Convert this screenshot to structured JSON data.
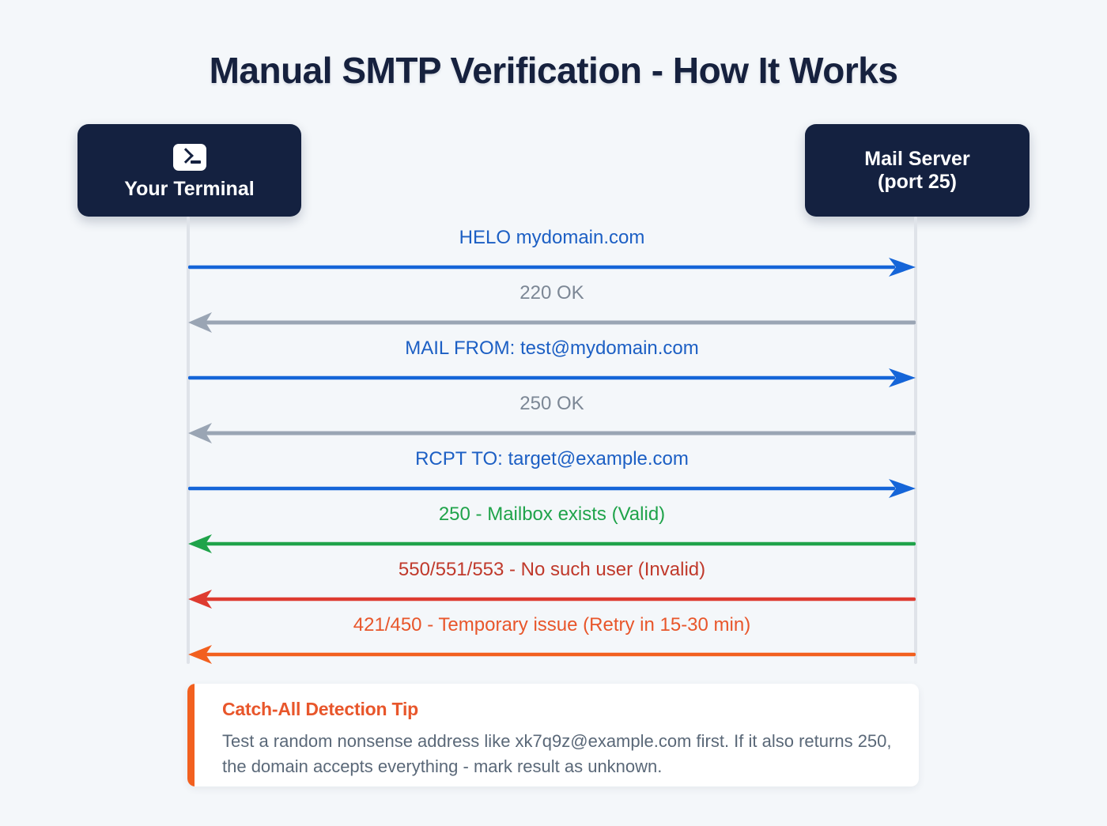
{
  "title": "Manual SMTP Verification - How It Works",
  "colors": {
    "background": "#f4f7fa",
    "navy": "#142140",
    "title_text": "#16213e",
    "blue": "#1565d8",
    "blue_text": "#1c5fc4",
    "gray": "#9aa5b4",
    "gray_text": "#7c8795",
    "green": "#1fa34a",
    "red": "#de3b30",
    "orange": "#f2601f",
    "lifeline": "#dfe3e9",
    "tip_title": "#e8562b",
    "tip_body": "#5a6878"
  },
  "actors": {
    "left": {
      "icon": "terminal-prompt-icon",
      "label": "Your Terminal"
    },
    "right": {
      "line1": "Mail Server",
      "line2": "(port 25)"
    }
  },
  "messages": [
    {
      "label": "HELO mydomain.com",
      "direction": "right",
      "color": "#1565d8",
      "text_color": "#1c5fc4",
      "kind": "request"
    },
    {
      "label": "220 OK",
      "direction": "left",
      "color": "#9aa5b4",
      "text_color": "#7c8795",
      "kind": "response"
    },
    {
      "label": "MAIL FROM: test@mydomain.com",
      "direction": "right",
      "color": "#1565d8",
      "text_color": "#1c5fc4",
      "kind": "request"
    },
    {
      "label": "250 OK",
      "direction": "left",
      "color": "#9aa5b4",
      "text_color": "#7c8795",
      "kind": "response"
    },
    {
      "label": "RCPT TO: target@example.com",
      "direction": "right",
      "color": "#1565d8",
      "text_color": "#1c5fc4",
      "kind": "request"
    },
    {
      "label": "250 - Mailbox exists (Valid)",
      "direction": "left",
      "color": "#1fa34a",
      "text_color": "#1fa34a",
      "kind": "result-valid"
    },
    {
      "label": "550/551/553 - No such user (Invalid)",
      "direction": "left",
      "color": "#de3b30",
      "text_color": "#c0392b",
      "kind": "result-invalid"
    },
    {
      "label": "421/450 - Temporary issue (Retry in 15-30 min)",
      "direction": "left",
      "color": "#f2601f",
      "text_color": "#e8562b",
      "kind": "result-temporary"
    }
  ],
  "tip": {
    "title": "Catch-All Detection Tip",
    "body": "Test a random nonsense address like xk7q9z@example.com first. If it also returns 250, the domain accepts everything - mark result as unknown."
  }
}
